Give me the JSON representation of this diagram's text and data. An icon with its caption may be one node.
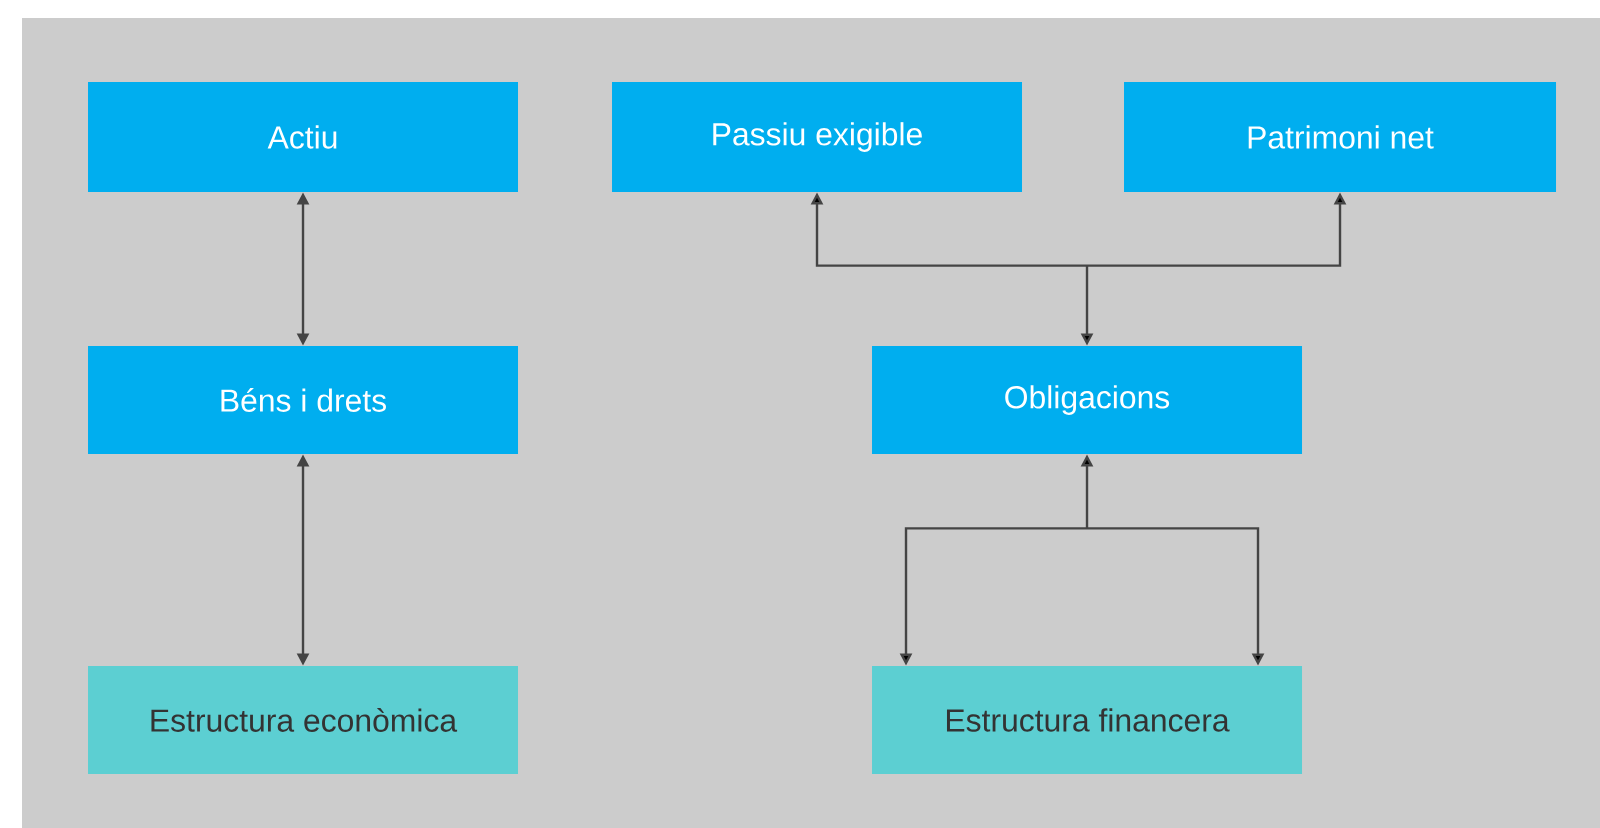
{
  "diagram": {
    "nodes": [
      {
        "text": [
          "Actiu"
        ]
      },
      {
        "text": [
          "Passiu exigible"
        ]
      },
      {
        "text": [
          "Patrimoni net"
        ]
      },
      {
        "text": [
          "Béns i drets"
        ]
      },
      {
        "text": [
          "Obligacions"
        ]
      },
      {
        "text": [
          "Estructura econòmica"
        ]
      },
      {
        "text": [
          "Estructura financera"
        ]
      }
    ],
    "edges": [
      {
        "from": 0,
        "to": 3,
        "arrow": "both"
      },
      {
        "from": 3,
        "to": 5,
        "arrow": "both"
      },
      {
        "from": 4,
        "to": 1,
        "arrow": "both"
      },
      {
        "from": 4,
        "to": 2,
        "arrow": "both"
      },
      {
        "from": 4,
        "to": 6,
        "arrow": "both"
      }
    ]
  }
}
